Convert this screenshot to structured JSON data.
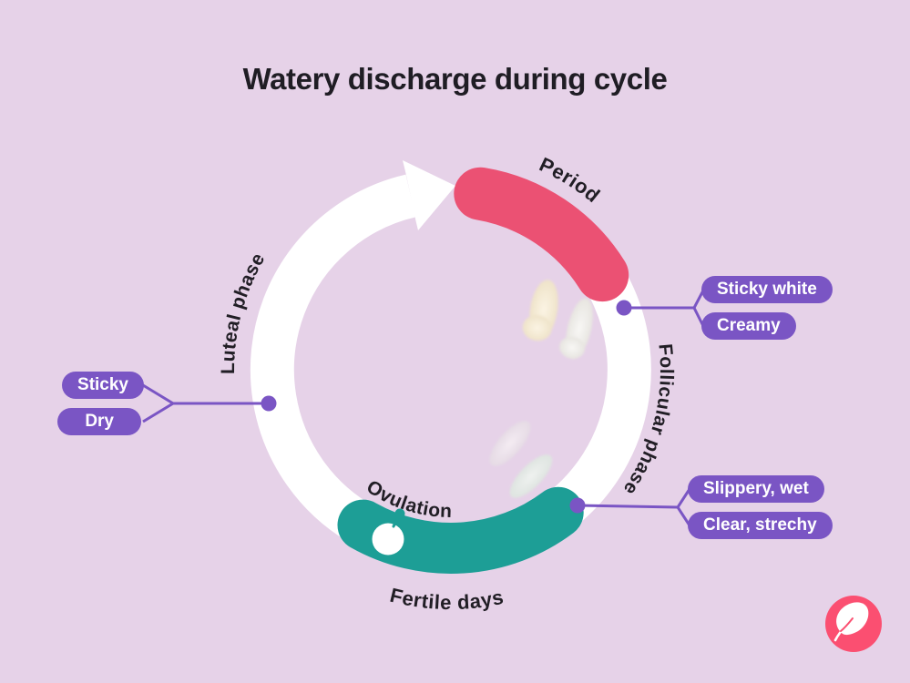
{
  "title": "Watery discharge during cycle",
  "cycle": {
    "period_label": "Period",
    "luteal_label": "Luteal phase",
    "follicular_label": "Follicular phase",
    "ovulation_label": "Ovulation",
    "fertile_label": "Fertile days"
  },
  "callouts": {
    "follicular": {
      "items": [
        "Sticky white",
        "Creamy"
      ]
    },
    "luteal": {
      "items": [
        "Sticky",
        "Dry"
      ]
    },
    "ovulation": {
      "items": [
        "Slippery, wet",
        "Clear, strechy"
      ]
    }
  },
  "illustrations": {
    "smears": [
      "creamy-smear",
      "sticky-white-smear",
      "slippery-wet-smear",
      "clear-stretchy-smear"
    ],
    "logo_icon": "flo-feather-icon"
  },
  "colors": {
    "background": "#e6d2e8",
    "callout_purple": "#7a55c4",
    "period_pink": "#eb5173",
    "fertile_teal": "#1d9e96",
    "ring_white": "#ffffff",
    "logo_pink": "#fb4f71",
    "text_dark": "#211e25"
  }
}
